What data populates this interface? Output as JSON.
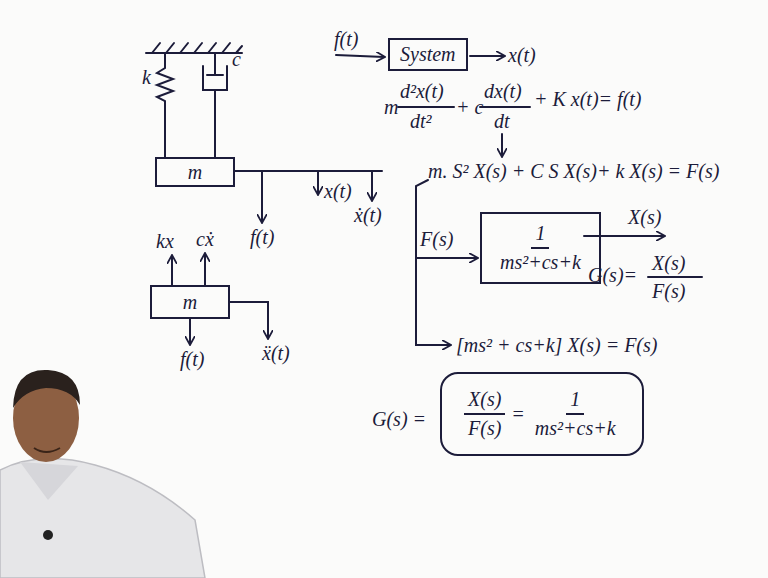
{
  "diagram": {
    "nodes": [
      {
        "text": [
          "System"
        ]
      },
      {
        "text": [
          "m"
        ]
      },
      {
        "text": [
          "m"
        ]
      },
      {
        "text": [
          "1",
          "ms²+cs+k"
        ]
      },
      {
        "text": [
          "X(s)",
          "F(s)",
          "=",
          "1",
          "ms²+cs+k"
        ]
      }
    ],
    "labels": [
      "f(t)",
      "x(t)",
      "m",
      "d²x(t)",
      "dt²",
      "+ c",
      "dx(t)",
      "dt",
      "+ K x(t)= f(t)",
      "m. S² X(s) + C S X(s)+ k X(s) = F(s)",
      "F(s)",
      "X(s)",
      "G(s)=",
      "X(s)",
      "F(s)",
      "[ms² + cs+k] X(s) = F(s)",
      "G(s) =",
      "k",
      "c",
      "f(t)",
      "x(t)",
      "ẋ(t)",
      "kx",
      "cẋ",
      "f(t)",
      "ẍ(t)"
    ]
  }
}
